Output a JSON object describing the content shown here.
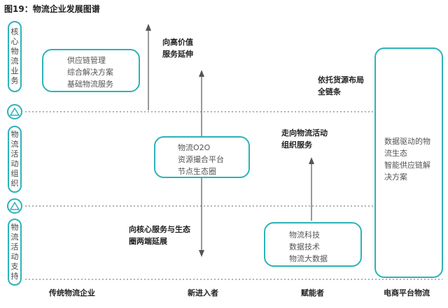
{
  "title": "图19：物流企业发展图谱",
  "left_bar": {
    "segment1": [
      "核",
      "心",
      "物",
      "流",
      "业",
      "务"
    ],
    "segment2": [
      "物",
      "流",
      "活",
      "动",
      "组",
      "织"
    ],
    "segment3": [
      "物",
      "流",
      "活",
      "动",
      "支",
      "持"
    ]
  },
  "boxes": {
    "traditional": [
      "供应链管理",
      "综合解决方案",
      "基础物流服务"
    ],
    "newcomer": [
      "物流O2O",
      "资源撮合平台",
      "节点生态圈"
    ],
    "enabler": [
      "物流科技",
      "数据技术",
      "物流大数据"
    ],
    "ecommerce": [
      "数据驱动的物",
      "流生态",
      "智能供应链解",
      "决方案"
    ]
  },
  "notes": {
    "high_value": [
      "向高价值",
      "服务延伸"
    ],
    "core_ecosystem": [
      "向核心服务与生态",
      "圈两端延展"
    ],
    "logistics_org": [
      "走向物流活动",
      "组织服务"
    ],
    "full_chain": [
      "依托货源布局",
      "全链条"
    ]
  },
  "bottom_labels": {
    "traditional": "传统物流企业",
    "newcomer": "新进入者",
    "enabler": "赋能者",
    "ecommerce": "电商平台物流"
  },
  "colors": {
    "accent": "#2bb3b8",
    "line": "#555555"
  }
}
